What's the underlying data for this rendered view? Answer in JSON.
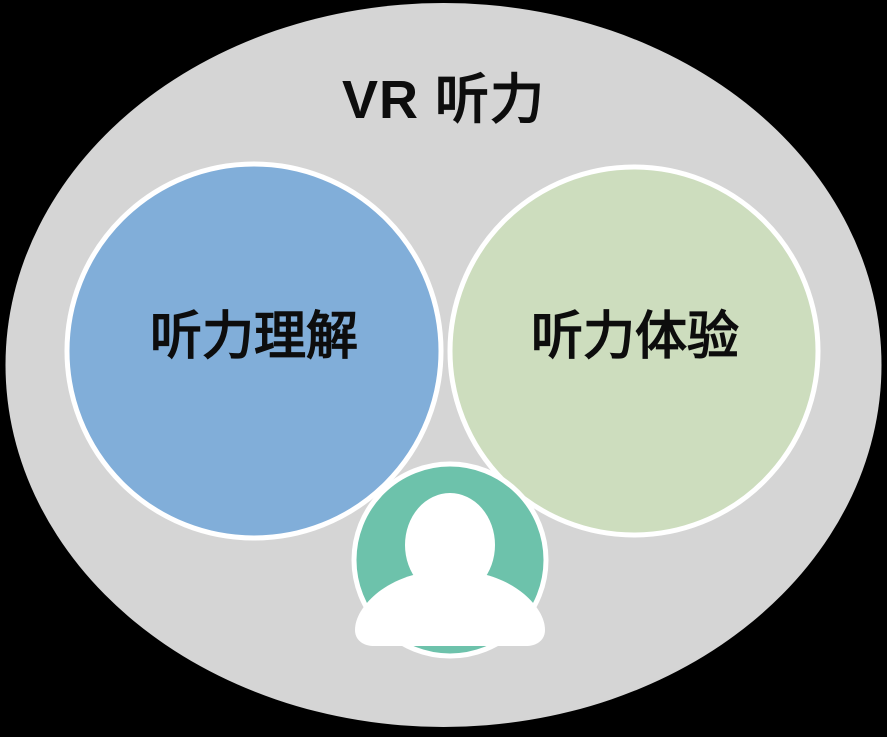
{
  "diagram": {
    "type": "venn-nested-circles",
    "background_color": "#000000",
    "outer": {
      "label": "VR 听力",
      "shape": "ellipse",
      "fill_color": "#d5d5d5"
    },
    "circles": [
      {
        "id": "left",
        "label": "听力理解",
        "fill_color": "#81aed9",
        "stroke_color": "#ffffff"
      },
      {
        "id": "right",
        "label": "听力体验",
        "fill_color": "#cdddbe",
        "stroke_color": "#ffffff"
      },
      {
        "id": "bottom-center",
        "label": "",
        "icon": "person-icon",
        "fill_color": "#6dc2ab",
        "stroke_color": "#ffffff",
        "icon_color": "#ffffff"
      }
    ]
  }
}
